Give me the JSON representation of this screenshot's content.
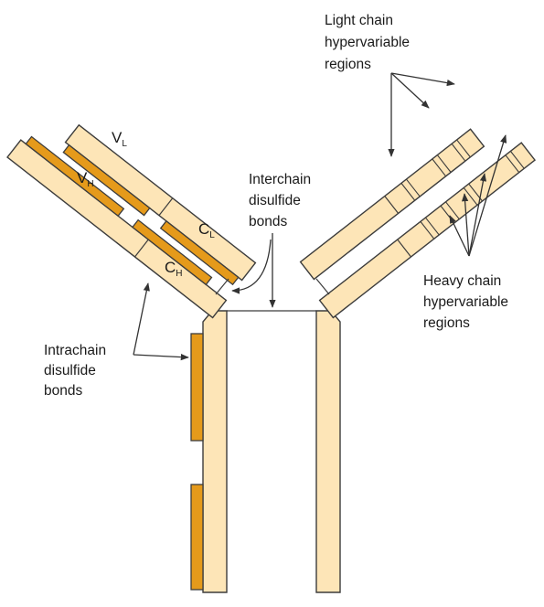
{
  "labels": {
    "light_chain_hv": [
      "Light chain",
      "hypervariable",
      "regions"
    ],
    "heavy_chain_hv": [
      "Heavy chain",
      "hypervariable",
      "regions"
    ],
    "interchain": [
      "Interchain",
      "disulfide",
      "bonds"
    ],
    "intrachain": [
      "Intrachain",
      "disulfide",
      "bonds"
    ]
  },
  "segments": {
    "vl": {
      "main": "V",
      "sub": "L"
    },
    "cl": {
      "main": "C",
      "sub": "L"
    },
    "vh": {
      "main": "V",
      "sub": "H"
    },
    "ch": {
      "main": "C",
      "sub": "H"
    }
  },
  "colors": {
    "chain_fill": "#fde5b7",
    "bond_fill": "#e59a1b",
    "outline": "#3c3c3c"
  }
}
